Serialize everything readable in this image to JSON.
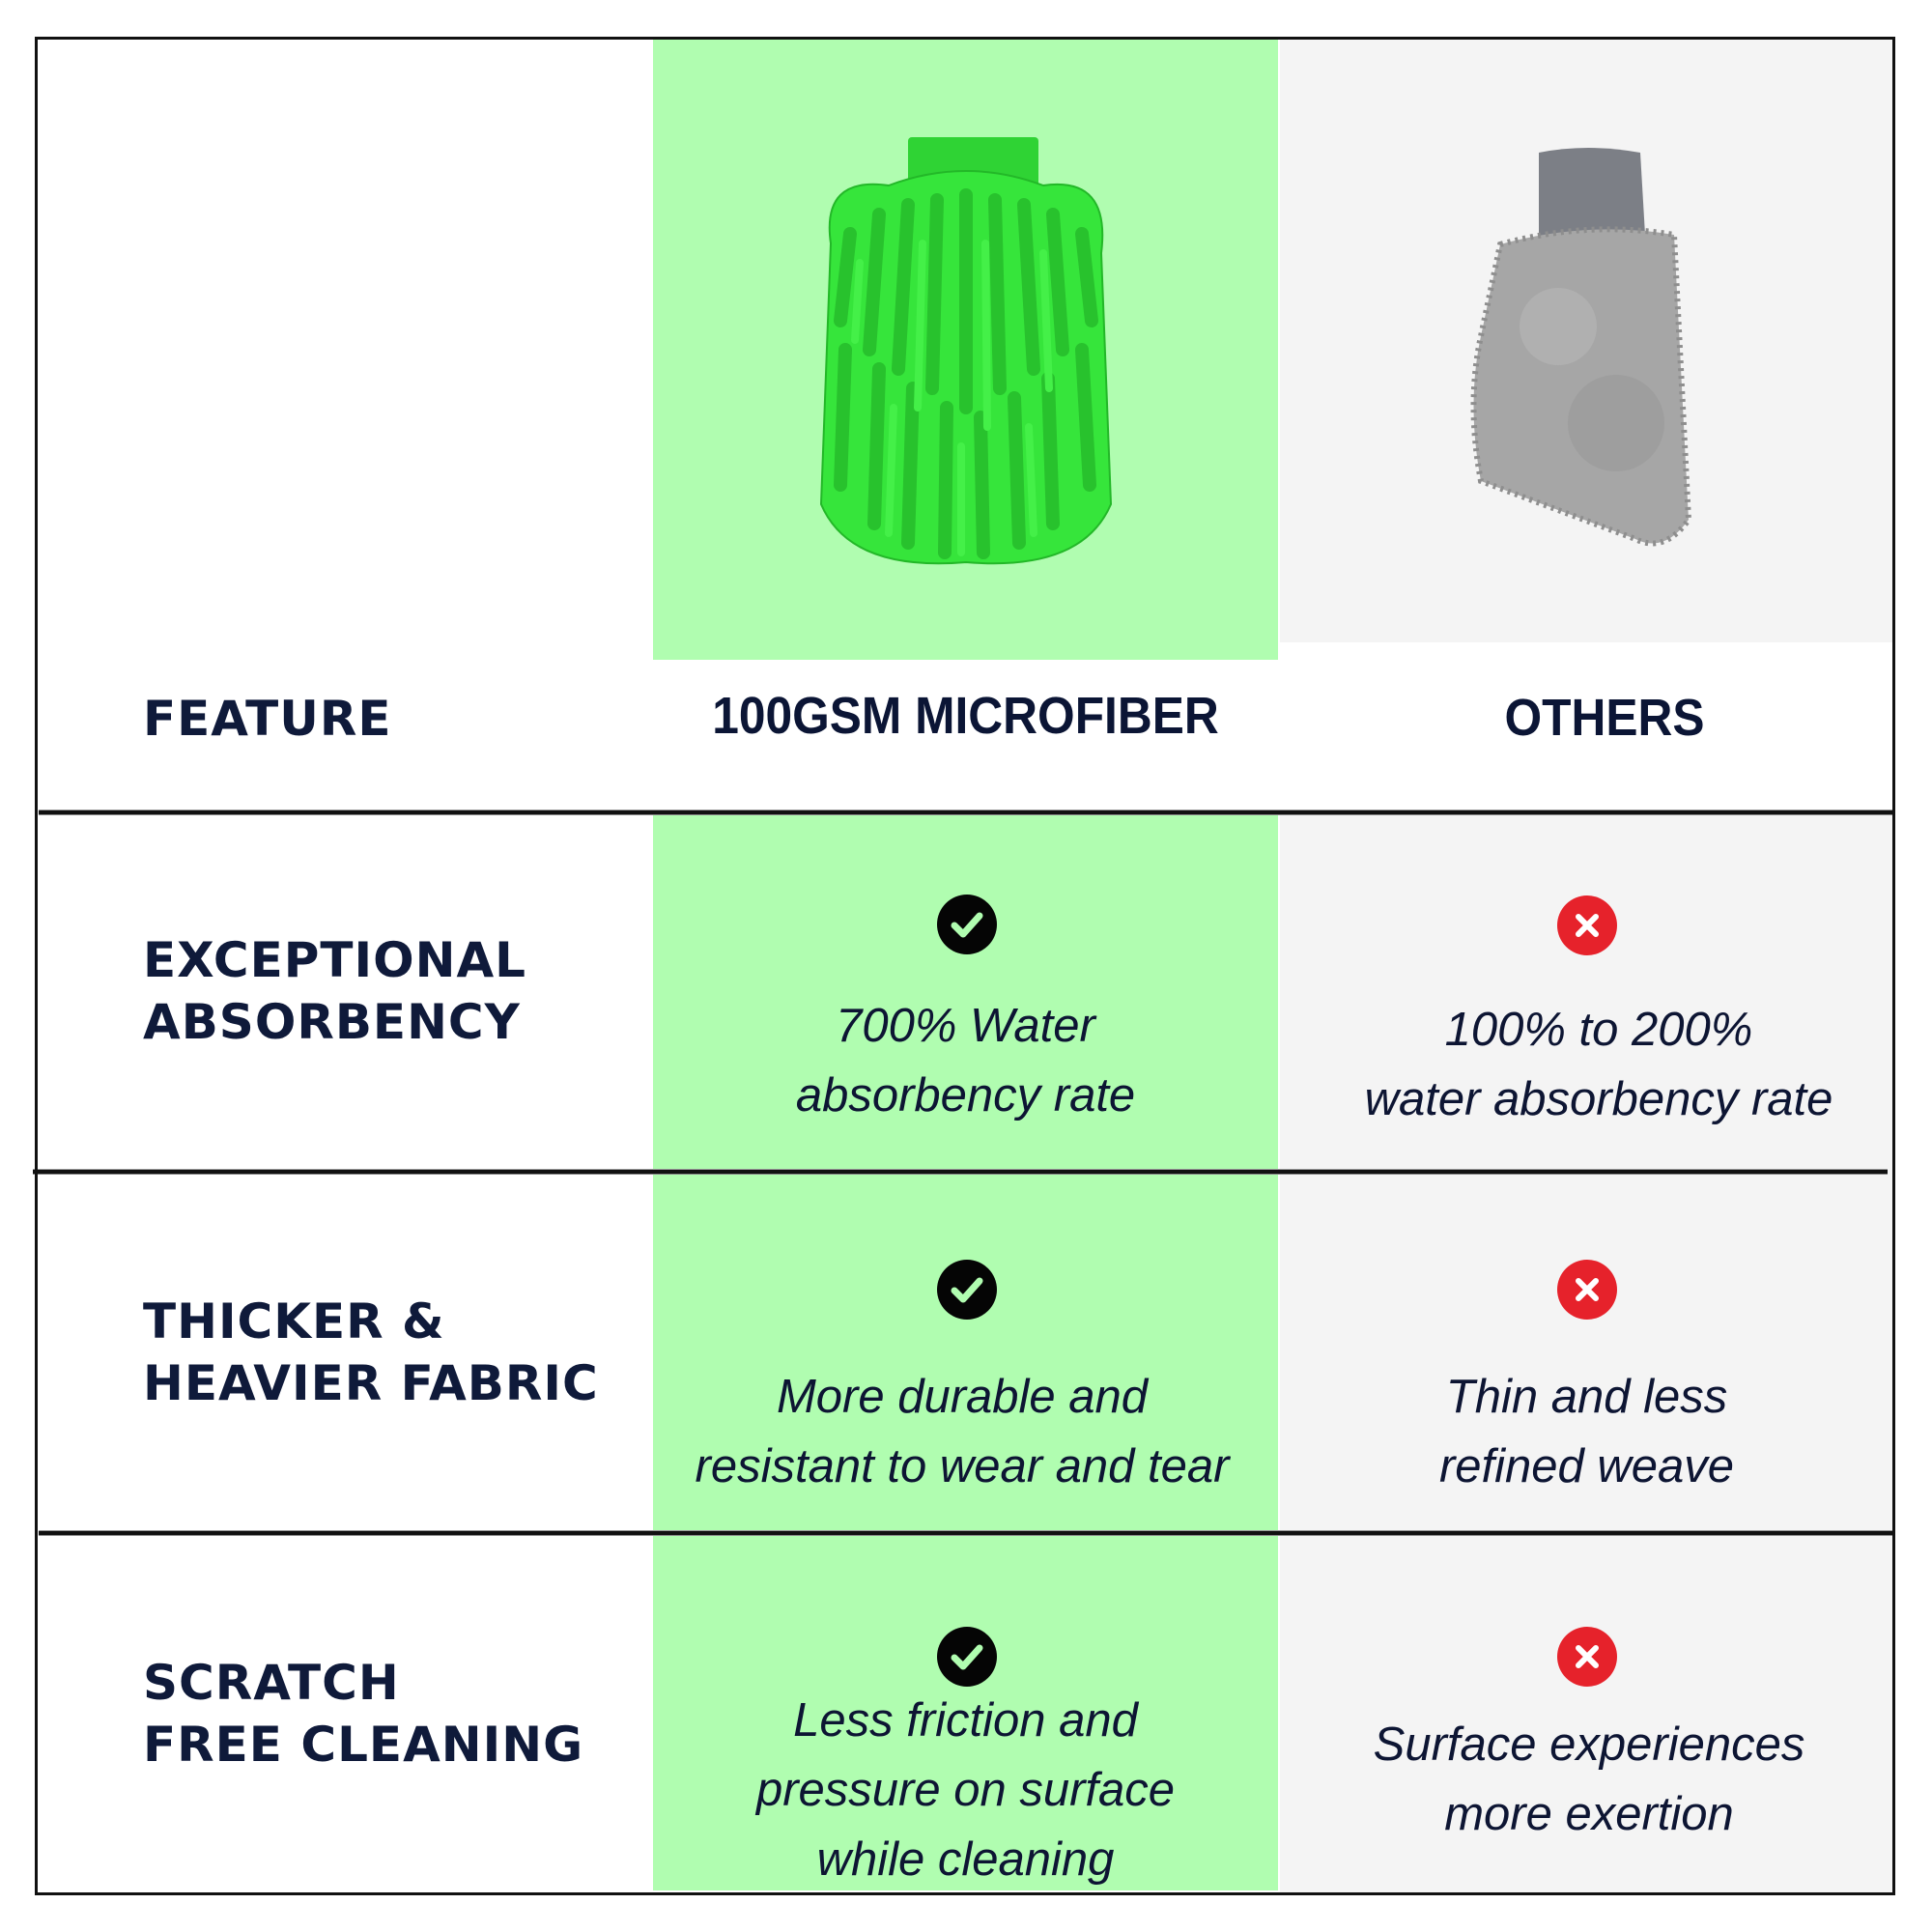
{
  "header": {
    "feature_label": "FEATURE",
    "col1_label": "100GSM MICROFIBER",
    "col2_label": "OTHERS",
    "col1_image": "green-chenille-microfiber-wash-mitt",
    "col2_image": "grey-microfiber-wash-mitt"
  },
  "colors": {
    "green_column": "#b0fdb0",
    "grey_column": "#f4f4f4",
    "text_navy": "#0f1a3a",
    "check_icon": "#050505",
    "x_icon": "#e6222b",
    "mitt_green": "#35e23a",
    "mitt_grey": "#9a9a9a"
  },
  "rows": [
    {
      "feature": [
        "EXCEPTIONAL",
        "ABSORBENCY"
      ],
      "col1_icon": "check-circle-icon",
      "col1_text": [
        "700% Water",
        "absorbency rate"
      ],
      "col2_icon": "x-circle-icon",
      "col2_text": [
        "100% to 200%",
        "water absorbency rate"
      ]
    },
    {
      "feature": [
        "THICKER &",
        "HEAVIER FABRIC"
      ],
      "col1_icon": "check-circle-icon",
      "col1_text": [
        "More durable and",
        "resistant to wear and tear"
      ],
      "col2_icon": "x-circle-icon",
      "col2_text": [
        "Thin and less",
        "refined weave"
      ]
    },
    {
      "feature": [
        "SCRATCH",
        "FREE CLEANING"
      ],
      "col1_icon": "check-circle-icon",
      "col1_text": [
        "Less friction and",
        "pressure on surface",
        "while cleaning"
      ],
      "col2_icon": "x-circle-icon",
      "col2_text": [
        "Surface experiences",
        "more exertion"
      ]
    }
  ]
}
